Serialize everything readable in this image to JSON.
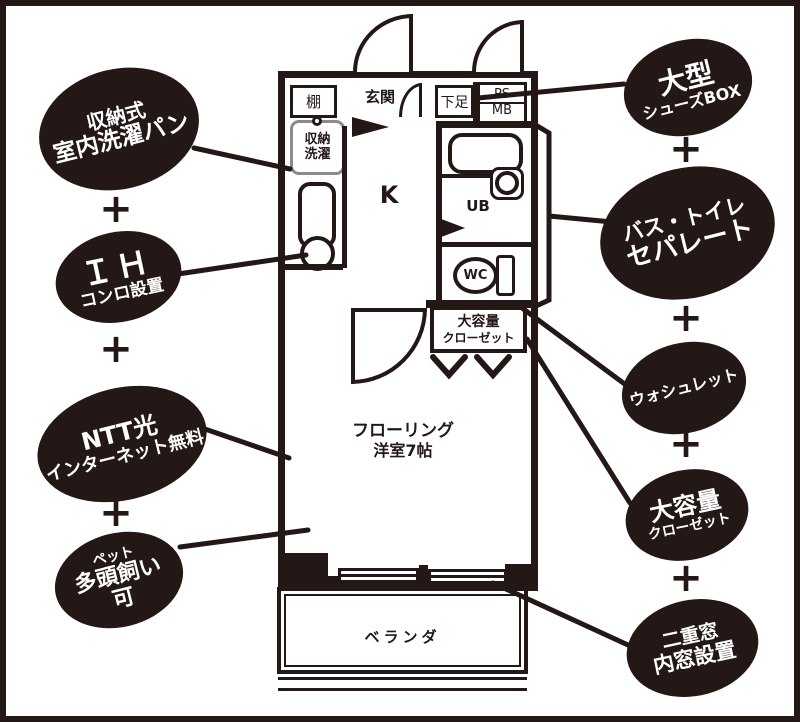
{
  "colors": {
    "ink": "#231815",
    "paper": "#ffffff"
  },
  "plus": "+",
  "callouts": [
    {
      "id": "laundry-pan",
      "lines": [
        "収納式",
        "室内洗濯パン"
      ]
    },
    {
      "id": "ih-stove",
      "lines": [
        "ＩＨ",
        "コンロ設置"
      ]
    },
    {
      "id": "internet-free",
      "lines": [
        "NTT光",
        "インターネット無料"
      ]
    },
    {
      "id": "pets-allowed",
      "lines": [
        "ペット",
        "多頭飼い",
        "可"
      ]
    },
    {
      "id": "shoes-box",
      "lines": [
        "大型",
        "シューズBOX"
      ]
    },
    {
      "id": "bath-toilet",
      "lines": [
        "バス・トイレ",
        "セパレート"
      ]
    },
    {
      "id": "washlet",
      "lines": [
        "ウォシュレット"
      ]
    },
    {
      "id": "big-closet",
      "lines": [
        "大容量",
        "クローゼット"
      ]
    },
    {
      "id": "double-window",
      "lines": [
        "二重窓",
        "内窓設置"
      ]
    }
  ],
  "plan": {
    "shelf": "棚",
    "entrance": "玄関",
    "shoe_box": "下足",
    "pipe_shaft": "PS",
    "meter_box": "MB",
    "storage": "収納",
    "laundry": "洗濯",
    "kitchen": "K",
    "unit_bath": "UB",
    "toilet": "WC",
    "closet_l1": "大容量",
    "closet_l2": "クローゼット",
    "room_l1": "フローリング",
    "room_l2": "洋室7帖",
    "balcony": "ベランダ"
  }
}
